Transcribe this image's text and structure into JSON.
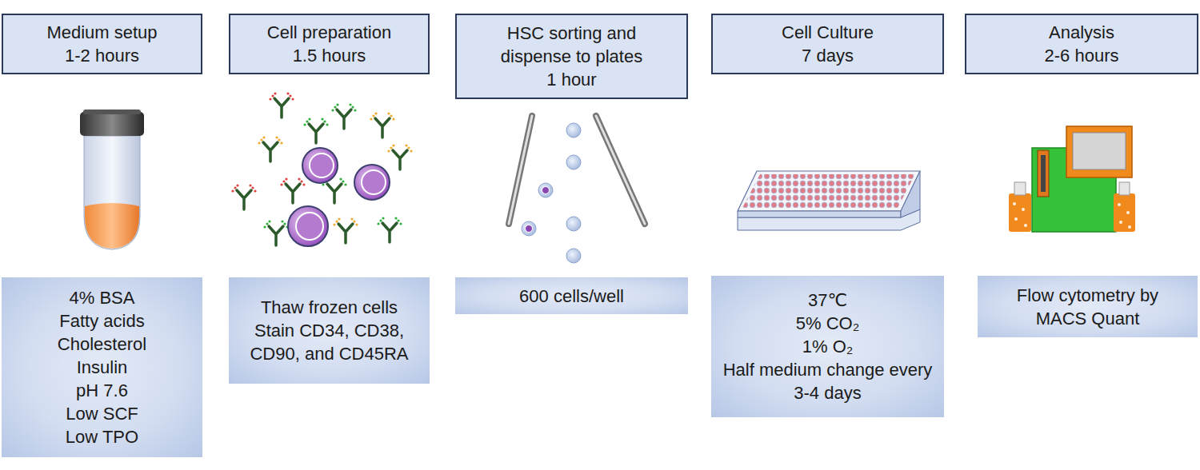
{
  "diagram": {
    "nodes": [
      {
        "text": [
          "Medium setup",
          "1-2 hours"
        ]
      },
      {
        "text": [
          "4% BSA",
          "Fatty acids",
          "Cholesterol",
          "Insulin",
          "pH 7.6",
          "Low SCF",
          "Low TPO"
        ]
      },
      {
        "text": [
          "Cell preparation",
          "1.5 hours"
        ]
      },
      {
        "text": [
          "Thaw frozen cells",
          "Stain CD34, CD38, CD90, and CD45RA"
        ]
      },
      {
        "text": [
          "HSC sorting and dispense to plates",
          "1 hour"
        ]
      },
      {
        "text": [
          "600 cells/well"
        ]
      },
      {
        "text": [
          "Cell Culture",
          "7 days"
        ]
      },
      {
        "text": [
          "37℃",
          "5% CO₂",
          "1% O₂",
          "Half medium change every 3-4 days"
        ]
      },
      {
        "text": [
          "Analysis",
          "2-6 hours"
        ]
      },
      {
        "text": [
          "Flow cytometry by MACS Quant"
        ]
      }
    ]
  }
}
